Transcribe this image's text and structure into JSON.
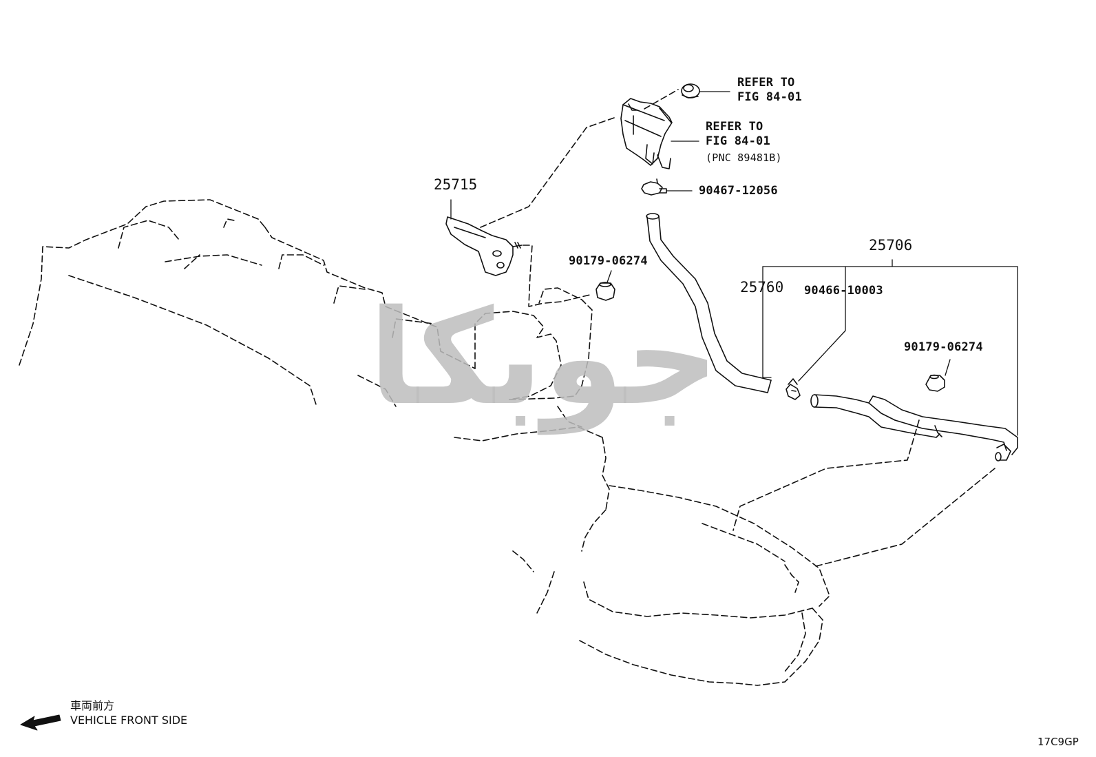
{
  "callouts": {
    "refer_top_1": "REFER TO",
    "refer_top_2": "FIG 84-01",
    "refer_mid_1": "REFER TO",
    "refer_mid_2": "FIG 84-01",
    "pnc": "(PNC 89481B)",
    "clip_90467": "90467-12056",
    "bracket_25715": "25715",
    "grommet_90179_a": "90179-06274",
    "hose_assy_25706": "25706",
    "hose_25760": "25760",
    "clamp_90466": "90466-10003",
    "grommet_90179_b": "90179-06274"
  },
  "direction": {
    "label_jp": "車両前方",
    "label_en": "VEHICLE FRONT SIDE"
  },
  "figure_code": "17C9GP",
  "watermark": {
    "text": "جوبکا",
    "color": "#bdbdbd"
  },
  "colors": {
    "line": "#111111",
    "background": "#ffffff"
  }
}
